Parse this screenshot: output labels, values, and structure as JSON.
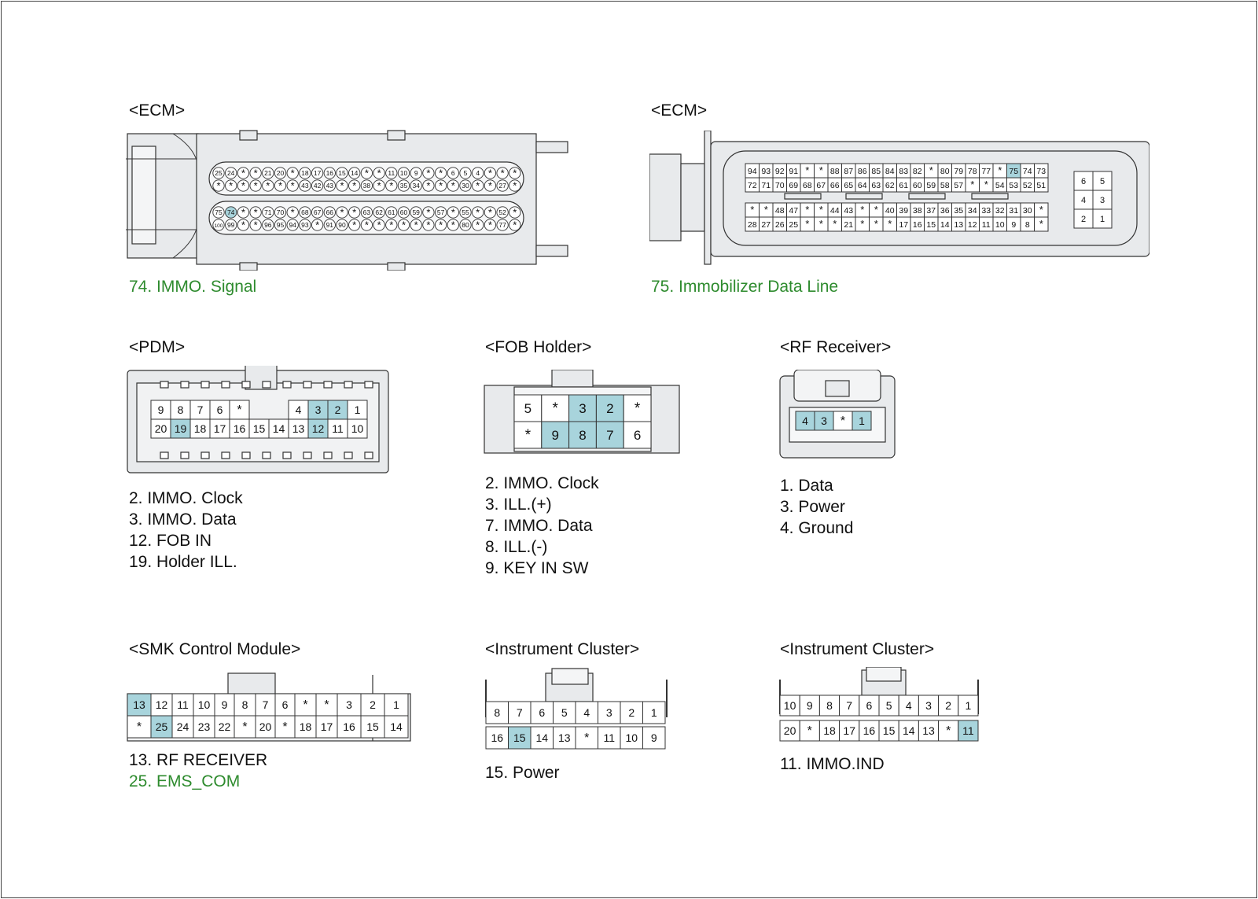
{
  "connectors": [
    {
      "id": "ecm-1",
      "title": "<ECM>",
      "pins": [
        {
          "text": "74. IMMO. Signal",
          "green": true
        }
      ],
      "pin_rows": [
        [
          "25",
          "24",
          "*",
          "*",
          "21",
          "20",
          "*",
          "18",
          "17",
          "16",
          "15",
          "14",
          "*",
          "*",
          "11",
          "10",
          "9",
          "*",
          "*",
          "6",
          "5",
          "4",
          "*",
          "*",
          "*"
        ],
        [
          "*",
          "*",
          "*",
          "*",
          "*",
          "*",
          "*",
          "43",
          "42",
          "43",
          "*",
          "*",
          "38",
          "*",
          "*",
          "35",
          "34",
          "*",
          "*",
          "*",
          "30",
          "*",
          "*",
          "27",
          "*"
        ],
        [
          "75",
          "74",
          "*",
          "*",
          "71",
          "70",
          "*",
          "68",
          "67",
          "66",
          "*",
          "*",
          "63",
          "62",
          "61",
          "60",
          "59",
          "*",
          "57",
          "*",
          "55",
          "*",
          "*",
          "52",
          "*"
        ],
        [
          "100",
          "99",
          "*",
          "*",
          "96",
          "95",
          "94",
          "93",
          "*",
          "91",
          "90",
          "*",
          "*",
          "*",
          "*",
          "*",
          "*",
          "*",
          "*",
          "*",
          "80",
          "*",
          "*",
          "77",
          "*"
        ]
      ],
      "highlight": [
        "74"
      ]
    },
    {
      "id": "ecm-2",
      "title": "<ECM>",
      "pins": [
        {
          "text": "75. Immobilizer Data Line",
          "green": true
        }
      ],
      "pin_rows": [
        [
          "94",
          "93",
          "92",
          "91",
          "*",
          "*",
          "88",
          "87",
          "86",
          "85",
          "84",
          "83",
          "82",
          "*",
          "80",
          "79",
          "78",
          "77",
          "*",
          "75",
          "74",
          "73"
        ],
        [
          "72",
          "71",
          "70",
          "69",
          "68",
          "67",
          "66",
          "65",
          "64",
          "63",
          "62",
          "61",
          "60",
          "59",
          "58",
          "57",
          "*",
          "*",
          "54",
          "53",
          "52",
          "51"
        ],
        [
          "*",
          "*",
          "48",
          "47",
          "*",
          "*",
          "44",
          "43",
          "*",
          "*",
          "40",
          "39",
          "38",
          "37",
          "36",
          "35",
          "34",
          "33",
          "32",
          "31",
          "30",
          "*"
        ],
        [
          "28",
          "27",
          "26",
          "25",
          "*",
          "*",
          "*",
          "21",
          "*",
          "*",
          "*",
          "17",
          "16",
          "15",
          "14",
          "13",
          "12",
          "11",
          "10",
          "9",
          "8",
          "*"
        ]
      ],
      "side_rows": [
        [
          "6",
          "5"
        ],
        [
          "4",
          "3"
        ],
        [
          "2",
          "1"
        ]
      ],
      "highlight": [
        "75"
      ]
    },
    {
      "id": "pdm",
      "title": "<PDM>",
      "pins": [
        {
          "text": "2. IMMO. Clock"
        },
        {
          "text": "3. IMMO. Data"
        },
        {
          "text": "12. FOB IN"
        },
        {
          "text": "19. Holder ILL."
        }
      ],
      "pin_rows": [
        [
          "9",
          "8",
          "7",
          "6",
          "*",
          "",
          "",
          "4",
          "3",
          "2",
          "1"
        ],
        [
          "20",
          "19",
          "18",
          "17",
          "16",
          "15",
          "14",
          "13",
          "12",
          "11",
          "10"
        ]
      ],
      "highlight": [
        "3",
        "2",
        "19",
        "12"
      ]
    },
    {
      "id": "fob-holder",
      "title": "<FOB Holder>",
      "pins": [
        {
          "text": "2. IMMO. Clock"
        },
        {
          "text": "3. ILL.(+)"
        },
        {
          "text": "7. IMMO. Data"
        },
        {
          "text": "8. ILL.(-)"
        },
        {
          "text": "9. KEY IN SW"
        }
      ],
      "pin_rows": [
        [
          "5",
          "*",
          "3",
          "2",
          "*"
        ],
        [
          "*",
          "9",
          "8",
          "7",
          "6"
        ]
      ],
      "highlight": [
        "3",
        "2",
        "9",
        "8",
        "7"
      ]
    },
    {
      "id": "rf-receiver",
      "title": "<RF Receiver>",
      "pins": [
        {
          "text": "1. Data"
        },
        {
          "text": "3. Power"
        },
        {
          "text": "4. Ground"
        }
      ],
      "pin_rows": [
        [
          "4",
          "3",
          "*",
          "1"
        ]
      ],
      "highlight": [
        "4",
        "3",
        "1"
      ]
    },
    {
      "id": "smk-control-module",
      "title": "<SMK Control Module>",
      "pins": [
        {
          "text": "13. RF RECEIVER"
        },
        {
          "text": "25. EMS_COM",
          "green": true
        }
      ],
      "pin_rows": [
        [
          "13",
          "12",
          "11",
          "10",
          "9",
          "8",
          "7",
          "6",
          "*",
          "*",
          "3",
          "2",
          "1"
        ],
        [
          "*",
          "25",
          "24",
          "23",
          "22",
          "*",
          "20",
          "*",
          "18",
          "17",
          "16",
          "15",
          "14"
        ]
      ],
      "highlight": [
        "13",
        "25"
      ]
    },
    {
      "id": "instrument-cluster-1",
      "title": "<Instrument Cluster>",
      "pins": [
        {
          "text": "15. Power"
        }
      ],
      "pin_rows": [
        [
          "8",
          "7",
          "6",
          "5",
          "4",
          "3",
          "2",
          "1"
        ],
        [
          "16",
          "15",
          "14",
          "13",
          "*",
          "11",
          "10",
          "9"
        ]
      ],
      "highlight": [
        "15"
      ]
    },
    {
      "id": "instrument-cluster-2",
      "title": "<Instrument Cluster>",
      "pins": [
        {
          "text": "11. IMMO.IND"
        }
      ],
      "pin_rows": [
        [
          "10",
          "9",
          "8",
          "7",
          "6",
          "5",
          "4",
          "3",
          "2",
          "1"
        ],
        [
          "20",
          "*",
          "18",
          "17",
          "16",
          "15",
          "14",
          "13",
          "*",
          "11"
        ]
      ],
      "highlight": [
        "11"
      ]
    }
  ],
  "colors": {
    "highlight": "#a8d4dc",
    "body": "#e8eaec",
    "outline": "#333333",
    "green_text": "#2e8b2e"
  }
}
